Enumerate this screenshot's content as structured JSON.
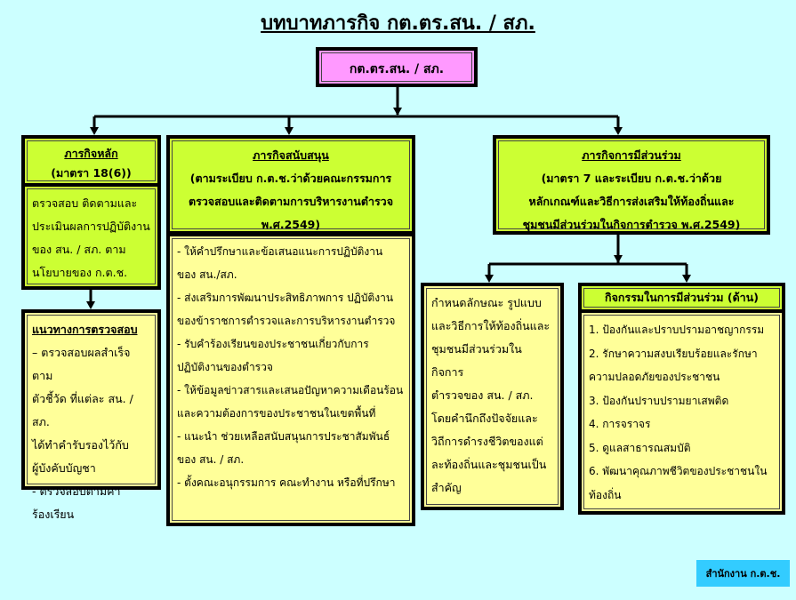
{
  "title": "บทบาทภารกิจ กต.ตร.สน. / สภ.",
  "root": "กต.ตร.สน. / สภ.",
  "main_mission": {
    "title": "ภารกิจหลัก",
    "subtitle": "(มาตรา 18(6))",
    "body": [
      "ตรวจสอบ ติดตามและ",
      "ประเมินผลการปฏิบัติงาน",
      "ของ สน. / สภ.   ตาม",
      "นโยบายของ ก.ต.ช."
    ]
  },
  "inspection": {
    "title": "แนวทางการตรวจสอบ",
    "body": [
      "– ตรวจสอบผลสำเร็จตาม",
      "ตัวชี้วัด ที่แต่ละ สน. / สภ.",
      "ได้ทำคำรับรองไว้กับ",
      "ผู้บังคับบัญชา",
      "- ตรวจสอบตามคำ",
      "ร้องเรียน"
    ]
  },
  "support_mission": {
    "title": "ภารกิจสนับสนุน",
    "subtitle": [
      "(ตามระเบียบ ก.ต.ช.ว่าด้วยคณะกรรมการ",
      "ตรวจสอบและติดตามการบริหารงานตำรวจ",
      "พ.ศ.2549)"
    ],
    "body": [
      "- ให้คำปรึกษาและข้อเสนอแนะการปฏิบัติงาน",
      "ของ สน./สภ.",
      "- ส่งเสริมการพัฒนาประสิทธิภาพการ ปฏิบัติงาน",
      "ของข้าราชการตำรวจและการบริหารงานตำรวจ",
      "- รับคำร้องเรียนของประชาชนเกี่ยวกับการ",
      "ปฏิบัติงานของตำรวจ",
      "- ให้ข้อมูลข่าวสารและเสนอปัญหาความเดือนร้อน",
      "และความต้องการของประชาชนในเขตพื้นที่",
      "- แนะนำ ช่วยเหลือสนับสนุนการประชาสัมพันธ์",
      "ของ สน. / สภ.",
      "- ตั้งคณะอนุกรรมการ คณะทำงาน หรือที่ปรึกษา"
    ]
  },
  "participation_mission": {
    "title": "ภารกิจการมีส่วนร่วม",
    "subtitle": [
      "(มาตรา 7 และระเบียบ ก.ต.ช.ว่าด้วย",
      "หลักเกณฑ์และวิธีการส่งเสริมให้ท้องถิ่นและ",
      "ชุมชนมีส่วนร่วมในกิจการตำรวจ พ.ศ.2549)"
    ]
  },
  "participation_form": {
    "body": [
      "กำหนดลักษณะ รูปแบบ",
      "และวิธีการให้ท้องถิ่นและ",
      "ชุมชนมีส่วนร่วมในกิจการ",
      "ตำรวจของ สน. / สภ.",
      "โดยคำนึกถึงปัจจัยและ",
      "วิถีการดำรงชีวิตของแต่",
      "ละท้องถิ่นและชุมชนเป็น",
      "สำคัญ"
    ]
  },
  "activities": {
    "title": "กิจกรรมในการมีส่วนร่วม (ด้าน)",
    "body": [
      "1. ป้องกันและปราบปรามอาชญากรรม",
      "2. รักษาความสงบเรียบร้อยและรักษา",
      "ความปลอดภัยของประชาชน",
      "3. ป้องกันปราบปรามยาเสพติด",
      "4. การจราจร",
      "5. ดูแลสาธารณสมบัติ",
      "6. พัฒนาคุณภาพชีวิตของประชาชนใน",
      "ท้องถิ่น"
    ]
  },
  "footer": "สำนักงาน ก.ต.ช."
}
